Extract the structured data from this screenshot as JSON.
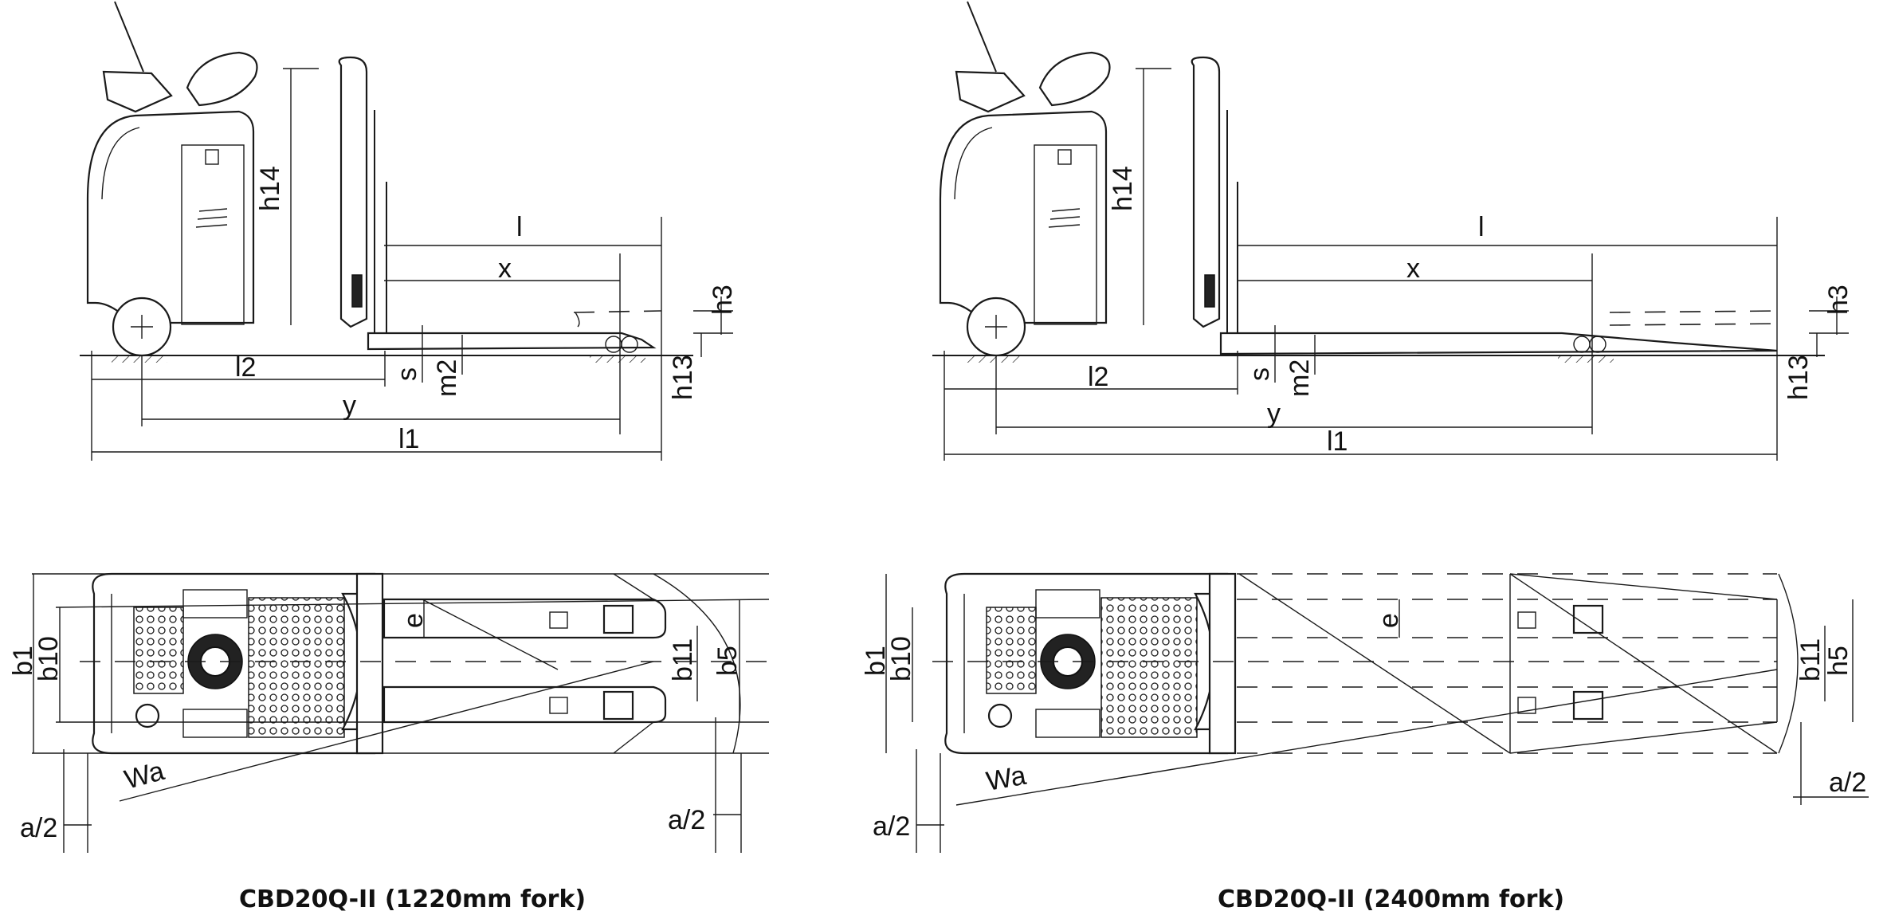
{
  "captions": {
    "left": "CBD20Q-II (1220mm fork)",
    "right": "CBD20Q-II (2400mm fork)"
  },
  "dimension_labels": {
    "l": "l",
    "x": "x",
    "h14": "h14",
    "h3": "h3",
    "h13": "h13",
    "l2": "l2",
    "y": "y",
    "l1": "l1",
    "s": "s",
    "m2": "m2",
    "b1": "b1",
    "b10": "b10",
    "b11": "b11",
    "b5": "b5",
    "h5": "h5",
    "e": "e",
    "wa": "Wa",
    "a2": "a/2"
  }
}
